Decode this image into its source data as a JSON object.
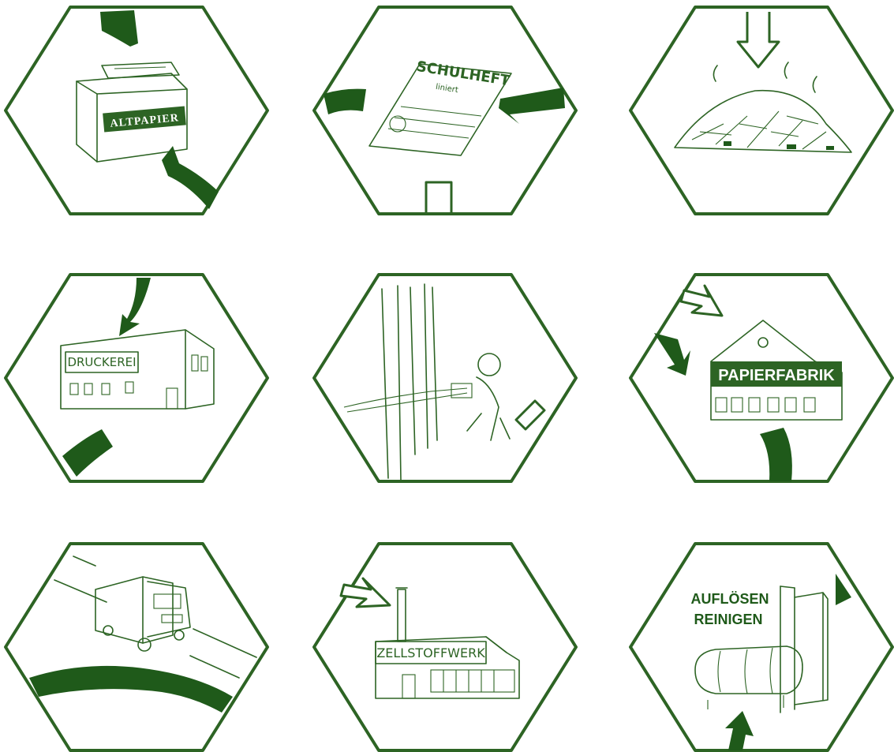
{
  "colors": {
    "outline": "#2d6424",
    "accent": "#1f5a1a",
    "background": "#ffffff"
  },
  "tiles": [
    {
      "scene": "paper-bin",
      "label": "ALTPAPIER"
    },
    {
      "scene": "notebook",
      "label": "SCHULHEFT",
      "sublabel": "liniert"
    },
    {
      "scene": "waste-pile",
      "label": ""
    },
    {
      "scene": "print-shop",
      "label": "DRUCKEREI"
    },
    {
      "scene": "lumberjack",
      "label": ""
    },
    {
      "scene": "paper-factory",
      "label": "PAPIERFABRIK"
    },
    {
      "scene": "truck",
      "label": ""
    },
    {
      "scene": "pulp-mill",
      "label": "ZELLSTOFFWERK"
    },
    {
      "scene": "dissolve-clean",
      "label_line1": "AUFLÖSEN",
      "label_line2": "REINIGEN"
    }
  ]
}
